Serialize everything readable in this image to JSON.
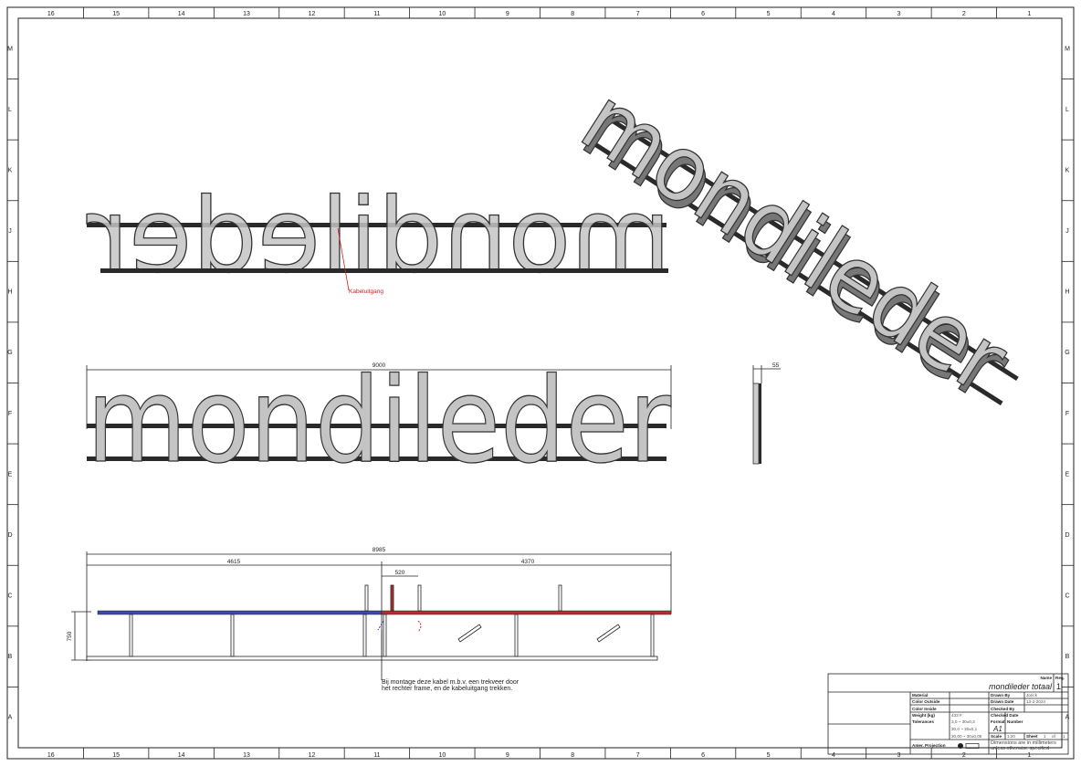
{
  "frame": {
    "columns": [
      "16",
      "15",
      "14",
      "13",
      "12",
      "11",
      "10",
      "9",
      "8",
      "7",
      "6",
      "5",
      "4",
      "3",
      "2",
      "1"
    ],
    "rows": [
      "M",
      "L",
      "K",
      "J",
      "H",
      "G",
      "F",
      "E",
      "D",
      "C",
      "B",
      "A"
    ]
  },
  "views": {
    "sign_text": "mondileder",
    "top_view": {
      "callout": "Kabeluitgang"
    },
    "front_view": {
      "overall_width": "9000"
    },
    "side_view": {
      "depth": "55"
    },
    "frame_view": {
      "overall_width": "8985",
      "left_section": "4615",
      "right_section": "4370",
      "offset": "520",
      "height": "750",
      "note_line1": "Bij montage deze kabel m.b.v. een trekveer door",
      "note_line2": "het rechter frame, en de kabeluitgang trekken."
    }
  },
  "title_block": {
    "name_label": "Name",
    "req_label": "Req.",
    "name": "mondileder totaal",
    "req": "1",
    "material_label": "Material",
    "color_outside_label": "Color Outside",
    "color_inside_label": "Color Inside",
    "weight_label": "Weight (kg)",
    "weight": "433 F",
    "tolerances_label": "Tolerances",
    "tol1": "3,0 ~ 30±0,3",
    "tol2": "30,0 ~ 30±0,1",
    "tol3": "30,00 ~ 30±0,05",
    "projection_label": "Amer. Projection",
    "drawn_by_label": "Drawn By",
    "drawn_by": "Jorick",
    "drawn_date_label": "Drawn Date",
    "drawn_date": "13-2-2024",
    "checked_by_label": "Checked By",
    "checked_date_label": "Checked Date",
    "format_label": "Format",
    "format": "A1",
    "number_label": "Number",
    "scale_label": "Scale",
    "scale": "1:20",
    "sheet_label": "Sheet",
    "sheet": "1",
    "of_label": "of",
    "sheet_total": "1",
    "dimensions_note": "Dimensions are in millimeters unless otherwise specified"
  },
  "colors": {
    "blue_section": "#3b4aa8",
    "red_section": "#b03030",
    "callout": "#d02020"
  }
}
